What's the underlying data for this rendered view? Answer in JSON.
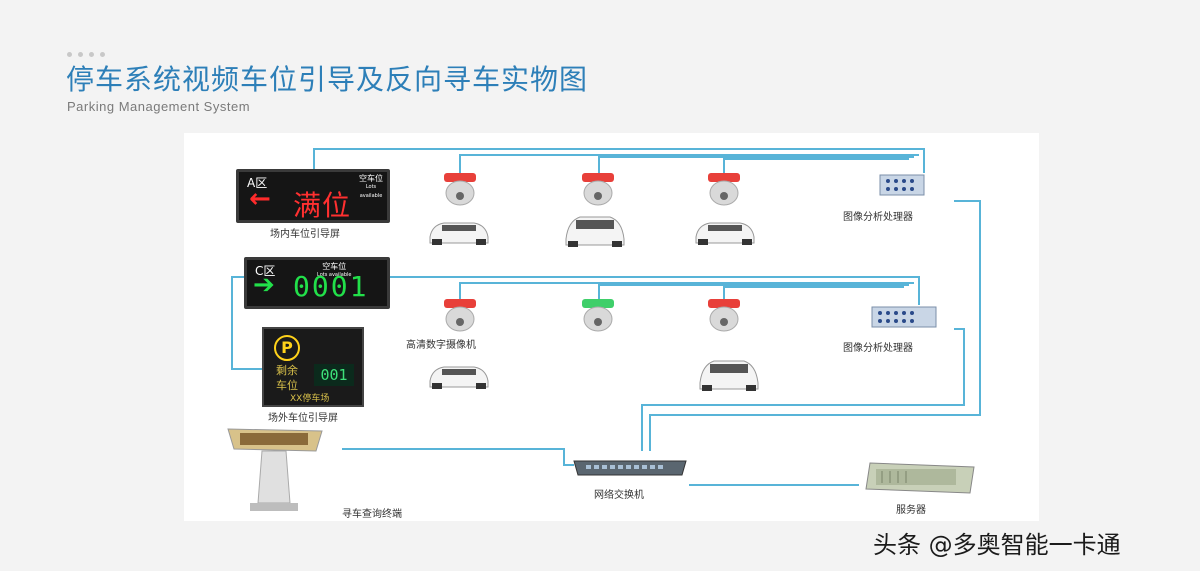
{
  "title": "停车系统视频车位引导及反向寻车实物图",
  "subtitle": "Parking Management System",
  "led_a": {
    "zone": "A区",
    "caption": "空车位",
    "caption_en": "Lots available",
    "arrow": "←",
    "text": "满位",
    "label": "场内车位引导屏"
  },
  "led_c": {
    "zone": "C区",
    "caption": "空车位",
    "caption_en": "Lots available",
    "arrow": "➔",
    "text": "0001"
  },
  "outdoor_sign": {
    "symbol": "P",
    "line1": "剩余",
    "line2": "车位",
    "count": "001",
    "lot_name": "XX停车场",
    "label": "场外车位引导屏"
  },
  "camera_label": "高清数字摄像机",
  "processor_label_1": "图像分析处理器",
  "processor_label_2": "图像分析处理器",
  "kiosk_label": "寻车查询终端",
  "switch_label": "网络交换机",
  "server_label": "服务器",
  "colors": {
    "line": "#58b4d8",
    "title": "#2d7fb8",
    "camera_red": "#e8403a",
    "camera_green": "#3fcf6a"
  },
  "watermark": "头条 @多奥智能一卡通"
}
